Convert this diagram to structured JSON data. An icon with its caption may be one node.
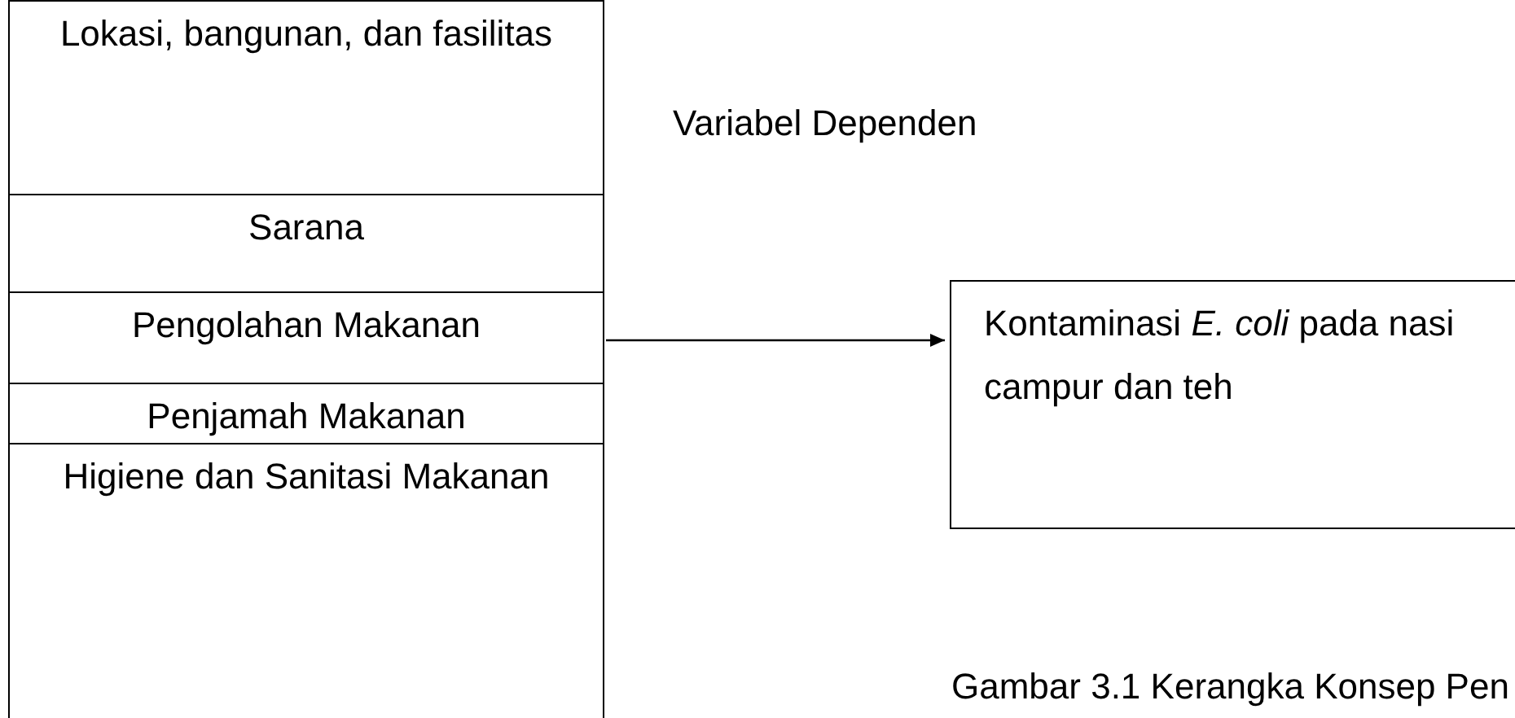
{
  "diagram": {
    "caption": "Gambar 3.1 Kerangka Konsep Pen",
    "nodes": [
      {
        "text": [
          "Lokasi, bangunan, dan fasilitas"
        ]
      },
      {
        "text": [
          "Sarana"
        ]
      },
      {
        "text": [
          "Pengolahan Makanan"
        ]
      },
      {
        "text": [
          "Penjamah Makanan"
        ]
      },
      {
        "text": [
          "Higiene dan Sanitasi Makanan"
        ]
      },
      {
        "text": [
          "Kontaminasi *E. coli* pada nasi campur dan teh"
        ]
      }
    ],
    "edges": [
      {
        "from": 2,
        "to": 5,
        "arrow": "to"
      }
    ],
    "labels": [
      "Variabel Dependen"
    ]
  }
}
